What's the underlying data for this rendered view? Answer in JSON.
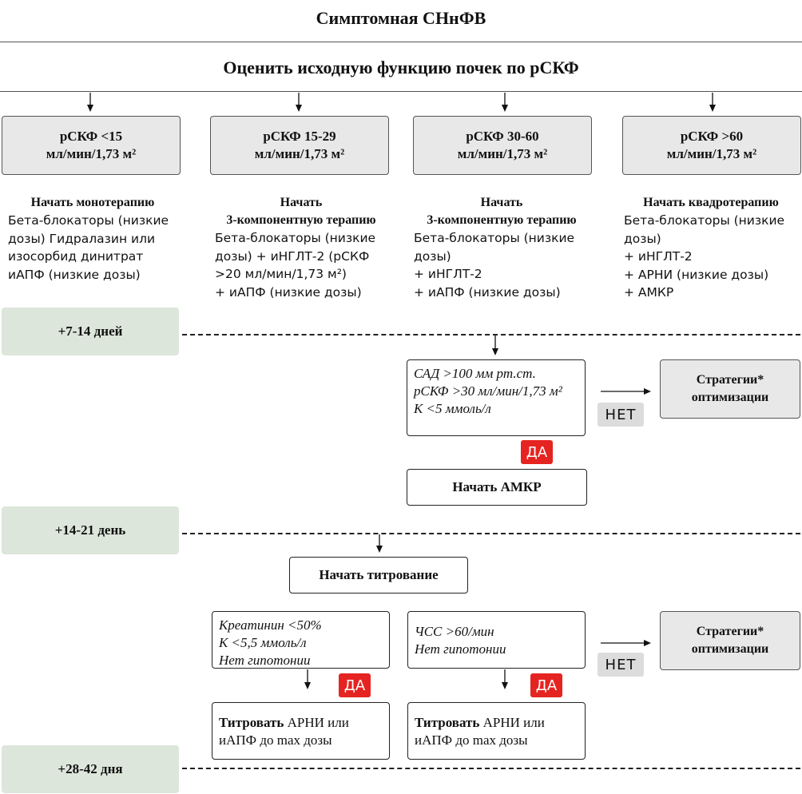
{
  "title": "Симптомная СНнФВ",
  "subtitle": "Оценить исходную функцию почек по рСКФ",
  "egfr_boxes": [
    {
      "line1": "рСКФ <15",
      "line2": "мл/мин/1,73 м²"
    },
    {
      "line1": "рСКФ 15-29",
      "line2": "мл/мин/1,73 м²"
    },
    {
      "line1": "рСКФ 30-60",
      "line2": "мл/мин/1,73 м²"
    },
    {
      "line1": "рСКФ >60",
      "line2": "мл/мин/1,73 м²"
    }
  ],
  "columns": [
    {
      "head1": "Начать монотерапию",
      "head2": "",
      "lines": [
        "Бета-блокаторы (низкие",
        "дозы) Гидралазин или",
        "изосорбид динитрат",
        "иАПФ (низкие дозы)"
      ]
    },
    {
      "head1": "Начать",
      "head2": "3-компонентную терапию",
      "lines": [
        "Бета-блокаторы (низкие",
        "дозы) + иНГЛТ-2 (рСКФ",
        ">20 мл/мин/1,73 м²)",
        "+ иАПФ (низкие дозы)"
      ]
    },
    {
      "head1": "Начать",
      "head2": "3-компонентную терапию",
      "lines": [
        "Бета-блокаторы (низкие",
        "дозы)",
        "+ иНГЛТ-2",
        "+ иАПФ (низкие дозы)"
      ]
    },
    {
      "head1": "Начать квадротерапию",
      "head2": "",
      "lines": [
        "Бета-блокаторы (низкие",
        "дозы)",
        "+ иНГЛТ-2",
        "+ АРНИ (низкие дозы)",
        "+ АМКР"
      ]
    }
  ],
  "phases": [
    "+7-14 дней",
    "+14-21 день",
    "+28-42 дня"
  ],
  "condition1": [
    "САД >100 мм рт.ст.",
    "рСКФ >30 мл/мин/1,73 м²",
    "К <5 ммоль/л"
  ],
  "start_mra": "Начать АМКР",
  "start_titration": "Начать титрование",
  "condition2": [
    "Креатинин <50%",
    "К <5,5 ммоль/л",
    "Нет гипотонии"
  ],
  "condition3": [
    "ЧСС >60/мин",
    "Нет гипотонии"
  ],
  "titrate": {
    "bold": "Титровать",
    "rest1": " АРНИ или",
    "line2": "иАПФ до max дозы"
  },
  "strategy": {
    "line1": "Стратегии*",
    "line2": "оптимизации"
  },
  "no_label": "НЕТ",
  "yes_label": "ДА",
  "colors": {
    "phase_bg": "#dce6da",
    "box_bg": "#e8e8e8",
    "yes_bg": "#e52421",
    "no_bg": "#dcdcdc"
  }
}
